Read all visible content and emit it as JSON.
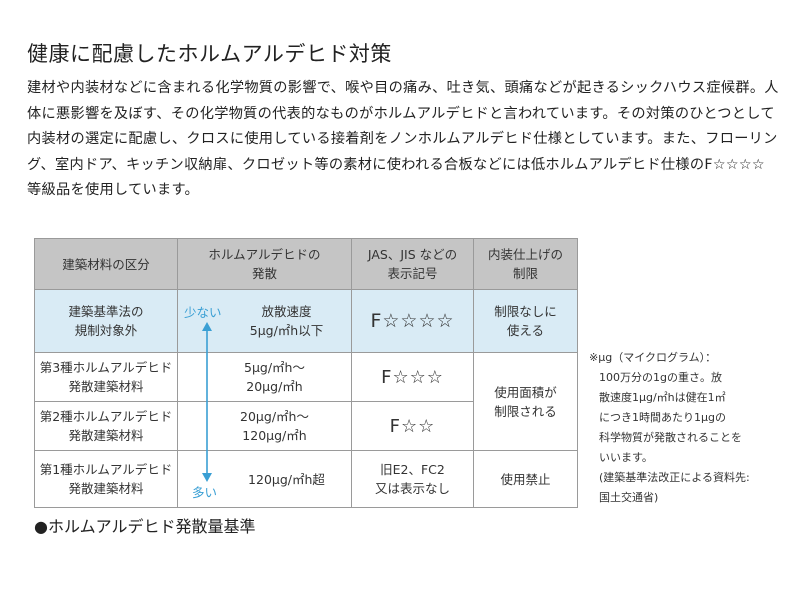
{
  "heading": "健康に配慮したホルムアルデヒド対策",
  "intro": "建材や内装材などに含まれる化学物質の影響で、喉や目の痛み、吐き気、頭痛などが起きるシックハウス症候群。人体に悪影響を及ぼす、その化学物質の代表的なものがホルムアルデヒドと言われています。その対策のひとつとして内装材の選定に配慮し、クロスに使用している接着剤をノンホルムアルデヒド仕様としています。また、フローリング、室内ドア、キッチン収納扉、クロゼット等の素材に使われる合板などには低ホルムアルデヒド仕様のF☆☆☆☆等級品を使用しています。",
  "table": {
    "headers": {
      "category": "建築材料の区分",
      "emission_1": "ホルムアルデヒドの",
      "emission_2": "発散",
      "mark_1": "JAS、JIS などの",
      "mark_2": "表示記号",
      "limit_1": "内装仕上げの",
      "limit_2": "制限"
    },
    "rows": [
      {
        "category_1": "建築基準法の",
        "category_2": "規制対象外",
        "emission_1": "放散速度",
        "emission_2": "5μg/㎡h以下",
        "mark": "F☆☆☆☆",
        "limit_1": "制限なしに",
        "limit_2": "使える"
      },
      {
        "category_1": "第3種ホルムアルデヒド",
        "category_2": "発散建築材料",
        "emission_1": "5μg/㎡h～",
        "emission_2": "20μg/㎡h",
        "mark": "F☆☆☆"
      },
      {
        "category_1": "第2種ホルムアルデヒド",
        "category_2": "発散建築材料",
        "emission_1": "20μg/㎡h～",
        "emission_2": "120μg/㎡h",
        "mark": "F☆☆"
      },
      {
        "category_1": "第1種ホルムアルデヒド",
        "category_2": "発散建築材料",
        "emission_1": "120μg/㎡h超",
        "mark_1": "旧E2、FC2",
        "mark_2": "又は表示なし",
        "limit_1": "使用禁止"
      }
    ],
    "shared_limit_1": "使用面積が",
    "shared_limit_2": "制限される",
    "scale_low": "少ない",
    "scale_high": "多い"
  },
  "caption": "●ホルムアルデヒド発散量基準",
  "note": {
    "line1": "※μg（マイクログラム）：",
    "line2": "100万分の1gの重さ。放",
    "line3": "散速度1μg/㎡hは健在1㎡",
    "line4": "につき1時間あたり1μgの",
    "line5": "科学物質が発散されることを",
    "line6": "いいます。",
    "line7": "(建築基準法改正による資料先:",
    "line8": "国土交通省)"
  },
  "colors": {
    "header_bg": "#c5c5c5",
    "highlight_row_bg": "#d9ebf5",
    "arrow_accent": "#3a9fd4"
  }
}
